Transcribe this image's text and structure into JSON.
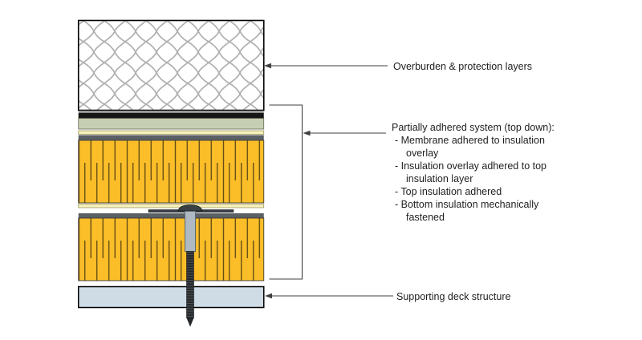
{
  "annotations": {
    "overburden": {
      "label": "Overburden & protection layers"
    },
    "system": {
      "title": "Partially adhered system (top down):",
      "lines": [
        {
          "text": "- Membrane adhered to insulation",
          "indent": false
        },
        {
          "text": "overlay",
          "indent": true
        },
        {
          "text": "- Insulation overlay adhered to top",
          "indent": false
        },
        {
          "text": "insulation layer",
          "indent": true
        },
        {
          "text": "- Top insulation adhered",
          "indent": false
        },
        {
          "text": "- Bottom insulation mechanically",
          "indent": false
        },
        {
          "text": "fastened",
          "indent": true
        }
      ]
    },
    "deck": {
      "label": "Supporting deck structure"
    }
  },
  "diagram": {
    "colors": {
      "insulation_yellow": "#FBBE29",
      "insulation_line": "#4A3B10",
      "overlay_green": "#C6CEB4",
      "membrane_black": "#161616",
      "membrane_edge": "#8A8A8A",
      "adhesive_cream": "#F4EFBC",
      "adhesive_edge": "#95914E",
      "facer_gray": "#5B6064",
      "deck_blue": "#CFDBE5",
      "net_gray": "#B0B0B0",
      "outline": "#000000",
      "leader_line": "#3F3F3F",
      "text": "#1F1F1F",
      "fastener_dark": "#3A4145",
      "fastener_shaft": "#AEB9C3",
      "fastener_shaft_edge": "#5F6870",
      "fastener_thread": "#26292C",
      "fastener_thread_ridge": "#54575A"
    }
  }
}
